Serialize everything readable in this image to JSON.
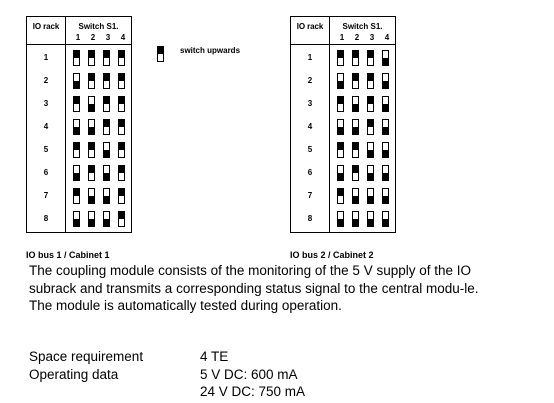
{
  "tables": [
    {
      "id": "left",
      "header_rack": "IO rack",
      "header_switch": "Switch S1.",
      "switch_numbers": [
        "1",
        "2",
        "3",
        "4"
      ],
      "rows": [
        {
          "rack": "1",
          "switches": [
            "up",
            "up",
            "up",
            "up"
          ]
        },
        {
          "rack": "2",
          "switches": [
            "down",
            "up",
            "up",
            "up"
          ]
        },
        {
          "rack": "3",
          "switches": [
            "up",
            "down",
            "up",
            "up"
          ]
        },
        {
          "rack": "4",
          "switches": [
            "down",
            "down",
            "up",
            "up"
          ]
        },
        {
          "rack": "5",
          "switches": [
            "up",
            "up",
            "down",
            "up"
          ]
        },
        {
          "rack": "6",
          "switches": [
            "down",
            "up",
            "down",
            "up"
          ]
        },
        {
          "rack": "7",
          "switches": [
            "up",
            "down",
            "down",
            "up"
          ]
        },
        {
          "rack": "8",
          "switches": [
            "down",
            "down",
            "down",
            "up"
          ]
        }
      ],
      "caption": "IO bus 1 / Cabinet 1"
    },
    {
      "id": "right",
      "header_rack": "IO rack",
      "header_switch": "Switch S1.",
      "switch_numbers": [
        "1",
        "2",
        "3",
        "4"
      ],
      "rows": [
        {
          "rack": "1",
          "switches": [
            "up",
            "up",
            "up",
            "down"
          ]
        },
        {
          "rack": "2",
          "switches": [
            "down",
            "up",
            "up",
            "down"
          ]
        },
        {
          "rack": "3",
          "switches": [
            "up",
            "down",
            "up",
            "down"
          ]
        },
        {
          "rack": "4",
          "switches": [
            "down",
            "down",
            "up",
            "down"
          ]
        },
        {
          "rack": "5",
          "switches": [
            "up",
            "up",
            "down",
            "down"
          ]
        },
        {
          "rack": "6",
          "switches": [
            "down",
            "up",
            "down",
            "down"
          ]
        },
        {
          "rack": "7",
          "switches": [
            "up",
            "down",
            "down",
            "down"
          ]
        },
        {
          "rack": "8",
          "switches": [
            "down",
            "down",
            "down",
            "down"
          ]
        }
      ],
      "caption": "IO bus 2 / Cabinet 2"
    }
  ],
  "legend": {
    "label": "switch upwards",
    "state": "up"
  },
  "body": {
    "paragraph1": "The coupling module consists of the monitoring of the 5 V supply of the IO subrack and transmits a corresponding status signal to the central modu-le.",
    "paragraph2": "The module is automatically tested during operation."
  },
  "specs": [
    {
      "label": "Space requirement",
      "values": [
        "4 TE"
      ]
    },
    {
      "label": "Operating data",
      "values": [
        "5 V DC: 600 mA",
        "24 V DC: 750 mA"
      ]
    }
  ]
}
